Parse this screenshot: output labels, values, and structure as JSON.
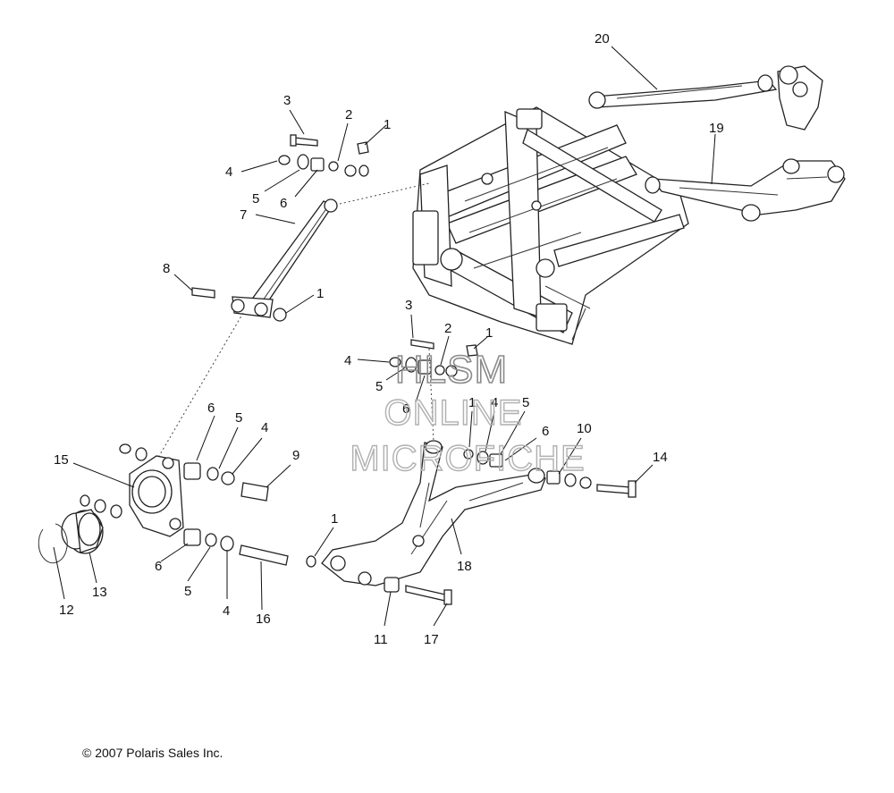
{
  "callouts": {
    "c1a": "1",
    "c2a": "2",
    "c3a": "3",
    "c4a": "4",
    "c5a": "5",
    "c6a": "6",
    "c7": "7",
    "c8": "8",
    "c1b": "1",
    "c3b": "3",
    "c2b": "2",
    "c1c": "1",
    "c4b": "4",
    "c5b": "5",
    "c6b": "6",
    "c1d": "1",
    "c4c": "4",
    "c5c": "5",
    "c6c": "6",
    "c10": "10",
    "c14": "14",
    "c6d": "6",
    "c5d": "5",
    "c4d": "4",
    "c9": "9",
    "c15": "15",
    "c1e": "1",
    "c18": "18",
    "c12": "12",
    "c13": "13",
    "c6e": "6",
    "c5e": "5",
    "c4e": "4",
    "c16": "16",
    "c11": "11",
    "c17": "17",
    "c19": "19",
    "c20": "20"
  },
  "watermark": {
    "line1": "HLSM",
    "line2": "ONLINE",
    "line3": "MICROFICHE"
  },
  "copyright": "© 2007 Polaris Sales Inc."
}
